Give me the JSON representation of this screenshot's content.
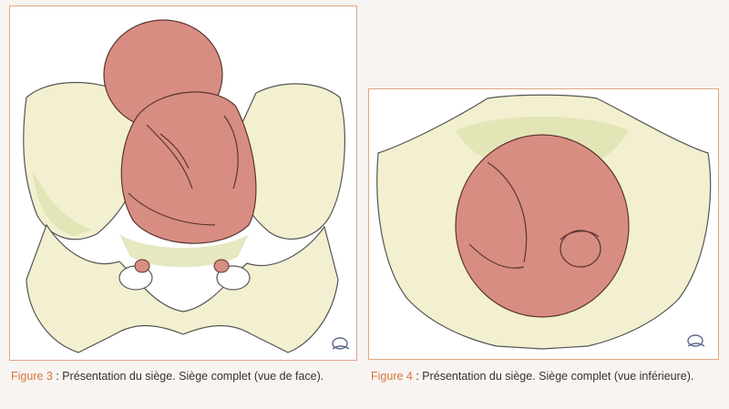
{
  "figures": [
    {
      "label": "Figure 3",
      "caption": " : Présentation du siège. Siège complet (vue de face)."
    },
    {
      "label": "Figure 4",
      "caption": " : Présentation du siège. Siège complet (vue inférieure)."
    }
  ],
  "colors": {
    "bone": "#f2f0d0",
    "bone_shadow": "#dfe2b0",
    "fetus": "#d88d83",
    "outline": "#444444",
    "frame": "#e2a680",
    "label": "#d8773f"
  }
}
